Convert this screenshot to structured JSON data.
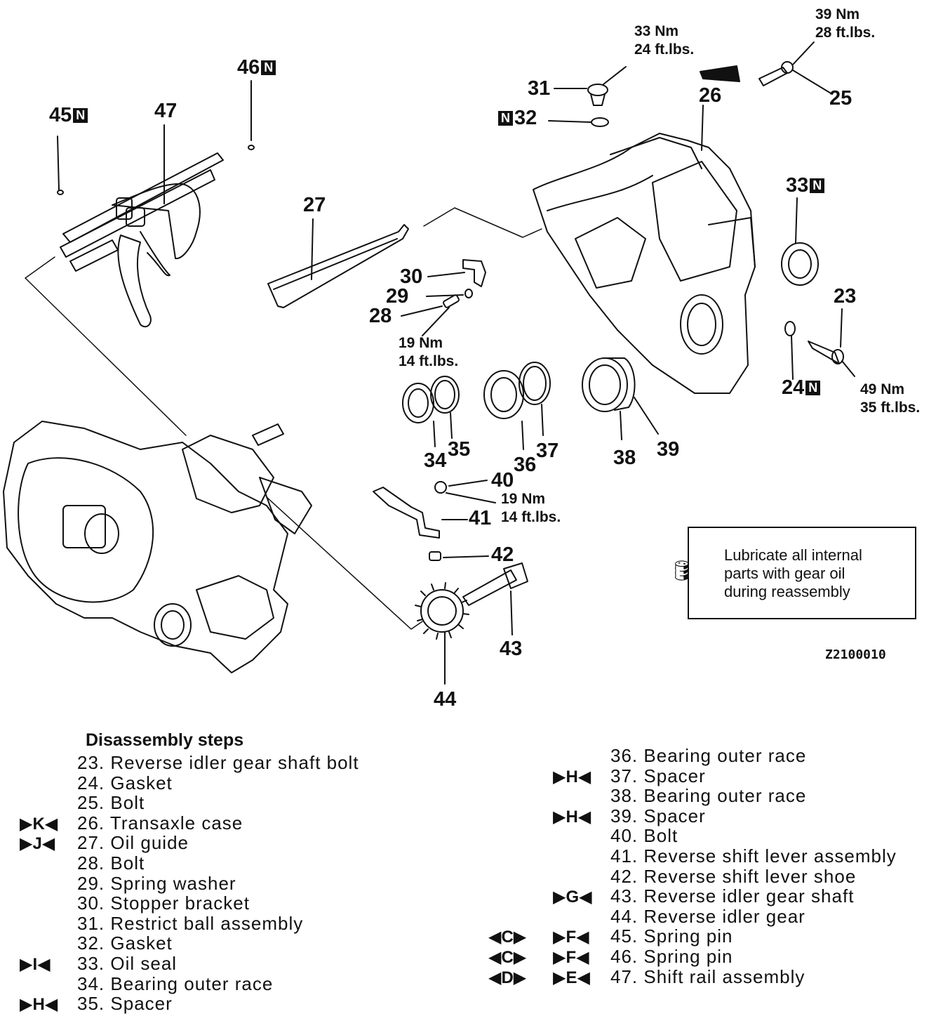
{
  "callouts": [
    {
      "id": "c23",
      "text": "23"
    },
    {
      "id": "c24",
      "text": "24"
    },
    {
      "id": "c25",
      "text": "25"
    },
    {
      "id": "c26",
      "text": "26"
    },
    {
      "id": "c27",
      "text": "27"
    },
    {
      "id": "c28",
      "text": "28"
    },
    {
      "id": "c29",
      "text": "29"
    },
    {
      "id": "c30",
      "text": "30"
    },
    {
      "id": "c31",
      "text": "31"
    },
    {
      "id": "c32",
      "text": "32"
    },
    {
      "id": "c33",
      "text": "33"
    },
    {
      "id": "c34",
      "text": "34"
    },
    {
      "id": "c35",
      "text": "35"
    },
    {
      "id": "c36",
      "text": "36"
    },
    {
      "id": "c37",
      "text": "37"
    },
    {
      "id": "c38",
      "text": "38"
    },
    {
      "id": "c39",
      "text": "39"
    },
    {
      "id": "c40",
      "text": "40"
    },
    {
      "id": "c41",
      "text": "41"
    },
    {
      "id": "c42",
      "text": "42"
    },
    {
      "id": "c43",
      "text": "43"
    },
    {
      "id": "c44",
      "text": "44"
    },
    {
      "id": "c45",
      "text": "45"
    },
    {
      "id": "c46",
      "text": "46"
    },
    {
      "id": "c47",
      "text": "47"
    }
  ],
  "badge_letter": "N",
  "torques": {
    "t31": "33 Nm\n24 ft.lbs.",
    "t25": "39 Nm\n28 ft.lbs.",
    "t28": "19 Nm\n14 ft.lbs.",
    "t40": "19 Nm\n14 ft.lbs.",
    "t23": "49 Nm\n35 ft.lbs."
  },
  "lube_note": "Lubricate all internal\nparts with gear oil\nduring reassembly",
  "figure_id": "Z2100010",
  "steps_title": "Disassembly steps",
  "steps": [
    {
      "num": "23.",
      "label": "Reverse idler gear shaft bolt",
      "marks": ""
    },
    {
      "num": "24.",
      "label": "Gasket",
      "marks": ""
    },
    {
      "num": "25.",
      "label": "Bolt",
      "marks": ""
    },
    {
      "num": "26.",
      "label": "Transaxle case",
      "marks": "▶K◀"
    },
    {
      "num": "27.",
      "label": "Oil guide",
      "marks": "▶J◀"
    },
    {
      "num": "28.",
      "label": "Bolt",
      "marks": ""
    },
    {
      "num": "29.",
      "label": "Spring washer",
      "marks": ""
    },
    {
      "num": "30.",
      "label": "Stopper bracket",
      "marks": ""
    },
    {
      "num": "31.",
      "label": "Restrict ball assembly",
      "marks": ""
    },
    {
      "num": "32.",
      "label": "Gasket",
      "marks": ""
    },
    {
      "num": "33.",
      "label": "Oil seal",
      "marks": "▶I◀"
    },
    {
      "num": "34.",
      "label": "Bearing outer race",
      "marks": ""
    },
    {
      "num": "35.",
      "label": "Spacer",
      "marks": "▶H◀"
    },
    {
      "num": "36.",
      "label": "Bearing outer race",
      "marks": ""
    },
    {
      "num": "37.",
      "label": "Spacer",
      "marks": "▶H◀"
    },
    {
      "num": "38.",
      "label": "Bearing outer race",
      "marks": ""
    },
    {
      "num": "39.",
      "label": "Spacer",
      "marks": "▶H◀"
    },
    {
      "num": "40.",
      "label": "Bolt",
      "marks": ""
    },
    {
      "num": "41.",
      "label": "Reverse shift lever assembly",
      "marks": ""
    },
    {
      "num": "42.",
      "label": "Reverse shift lever shoe",
      "marks": ""
    },
    {
      "num": "43.",
      "label": "Reverse idler gear shaft",
      "marks": "▶G◀"
    },
    {
      "num": "44.",
      "label": "Reverse idler gear",
      "marks": ""
    },
    {
      "num": "45.",
      "label": "Spring pin",
      "marks": "▶F◀",
      "pre": "◀C▶"
    },
    {
      "num": "46.",
      "label": "Spring pin",
      "marks": "▶F◀",
      "pre": "◀C▶"
    },
    {
      "num": "47.",
      "label": "Shift rail assembly",
      "marks": "▶E◀",
      "pre": "◀D▶"
    }
  ]
}
